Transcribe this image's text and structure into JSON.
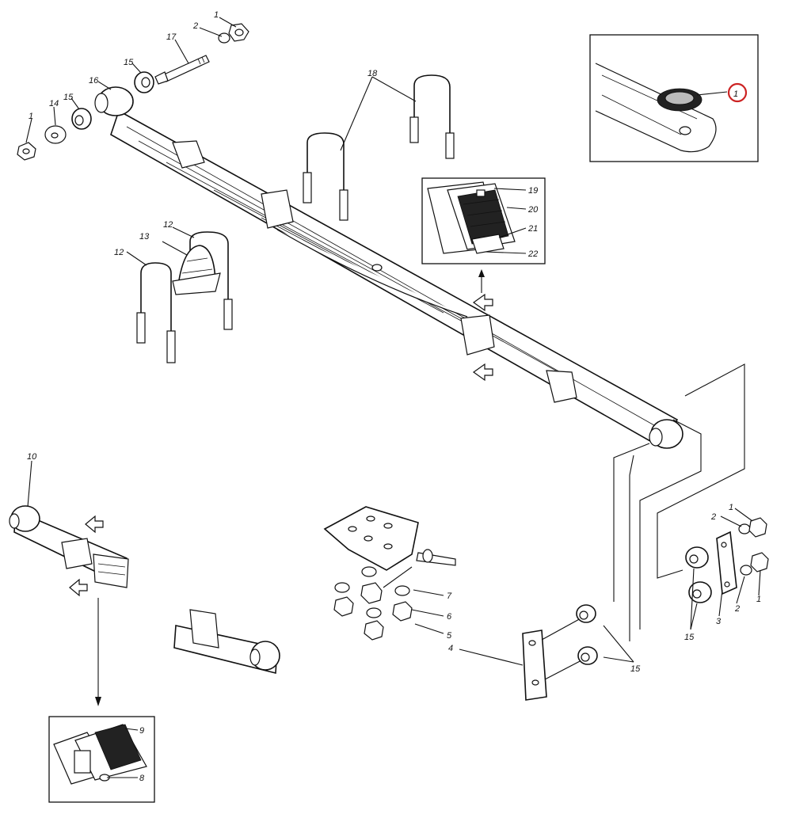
{
  "diagram": {
    "callouts": {
      "c1": "1",
      "c2": "2",
      "c3": "3",
      "c4": "4",
      "c5": "5",
      "c6": "6",
      "c7": "7",
      "c8": "8",
      "c9": "9",
      "c10": "10",
      "c12": "12",
      "c13": "13",
      "c14": "14",
      "c15": "15",
      "c16": "16",
      "c17": "17",
      "c18": "18",
      "c19": "19",
      "c20": "20",
      "c21": "21",
      "c22": "22"
    },
    "highlight_color": "#cc2222"
  }
}
